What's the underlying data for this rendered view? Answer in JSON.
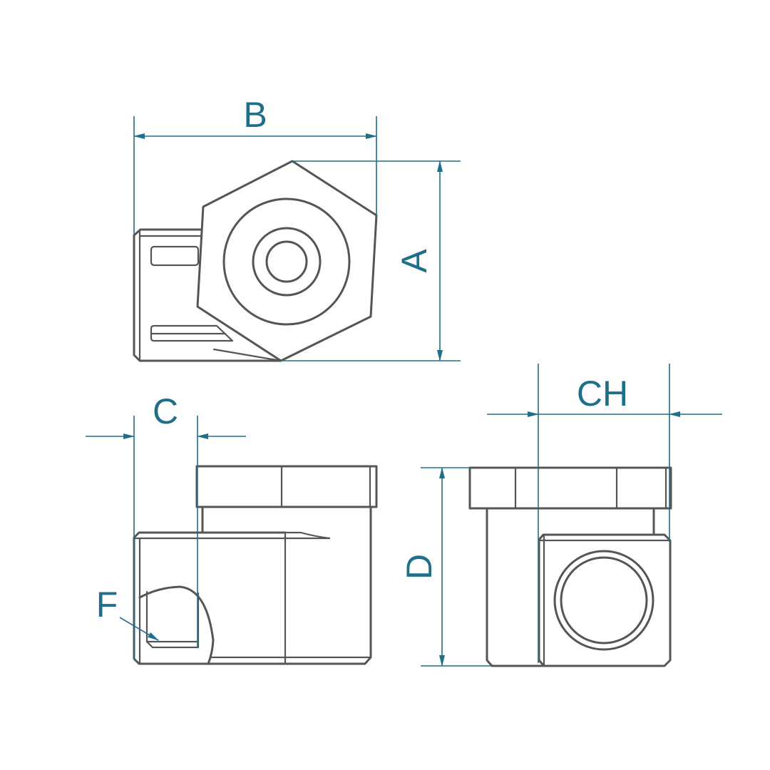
{
  "dimensions": {
    "a": "A",
    "b": "B",
    "c": "C",
    "ch": "CH",
    "d": "D",
    "f": "F"
  },
  "colors": {
    "part_stroke": "#555555",
    "dimension": "#1f6f8b",
    "background": "#ffffff"
  }
}
